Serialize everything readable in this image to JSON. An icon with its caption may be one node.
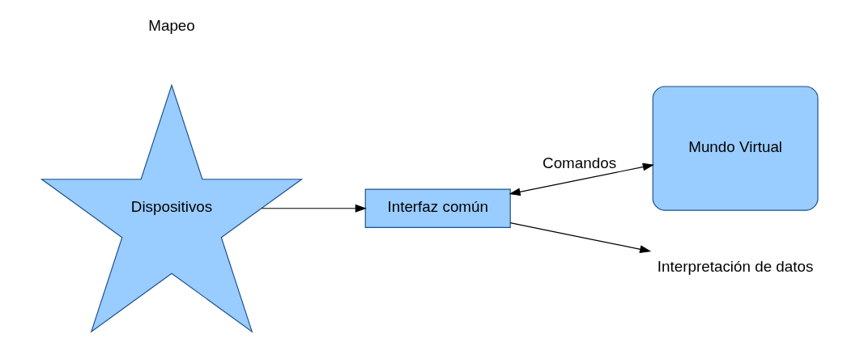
{
  "diagram": {
    "nodes": [
      {
        "text": [
          "Dispositivos"
        ]
      },
      {
        "text": [
          "Interfaz común"
        ]
      },
      {
        "text": [
          "Mundo Virtual"
        ]
      },
      {
        "text": [
          "Interpretación de datos"
        ]
      }
    ],
    "edges": [
      {
        "from": 0,
        "to": 1,
        "arrow": "to"
      },
      {
        "from": 1,
        "to": 3,
        "arrow": "to"
      },
      {
        "from": 1,
        "to": 2,
        "arrow": "both",
        "label": "Comandos"
      }
    ],
    "labels": [
      "Mapeo"
    ]
  }
}
